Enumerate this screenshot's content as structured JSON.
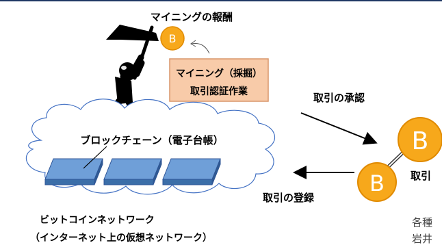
{
  "labels": {
    "reward": "マイニングの報酬",
    "mining_line1": "マイニング（採掘）",
    "mining_line2": "取引認証作業",
    "approval": "取引の承認",
    "blockchain": "ブロックチェーン（電子台帳）",
    "registration": "取引の登録",
    "transaction_partial": "取引",
    "network_line1": "ビットコインネットワーク",
    "network_line2": "（インターネット上の仮想ネットワーク）",
    "partial_note_1": "各種",
    "partial_note_2": "岩井"
  },
  "coin_symbol": "B",
  "colors": {
    "coin_fill": "#f7a81b",
    "coin_stroke": "#e08a00",
    "mining_box_fill": "#f8cba9",
    "mining_box_stroke": "#d9956a",
    "block_top": "#6f9fd8",
    "block_side": "#3b6ea8",
    "block_stroke": "#2f5597",
    "top_rule": "#1f3864"
  }
}
